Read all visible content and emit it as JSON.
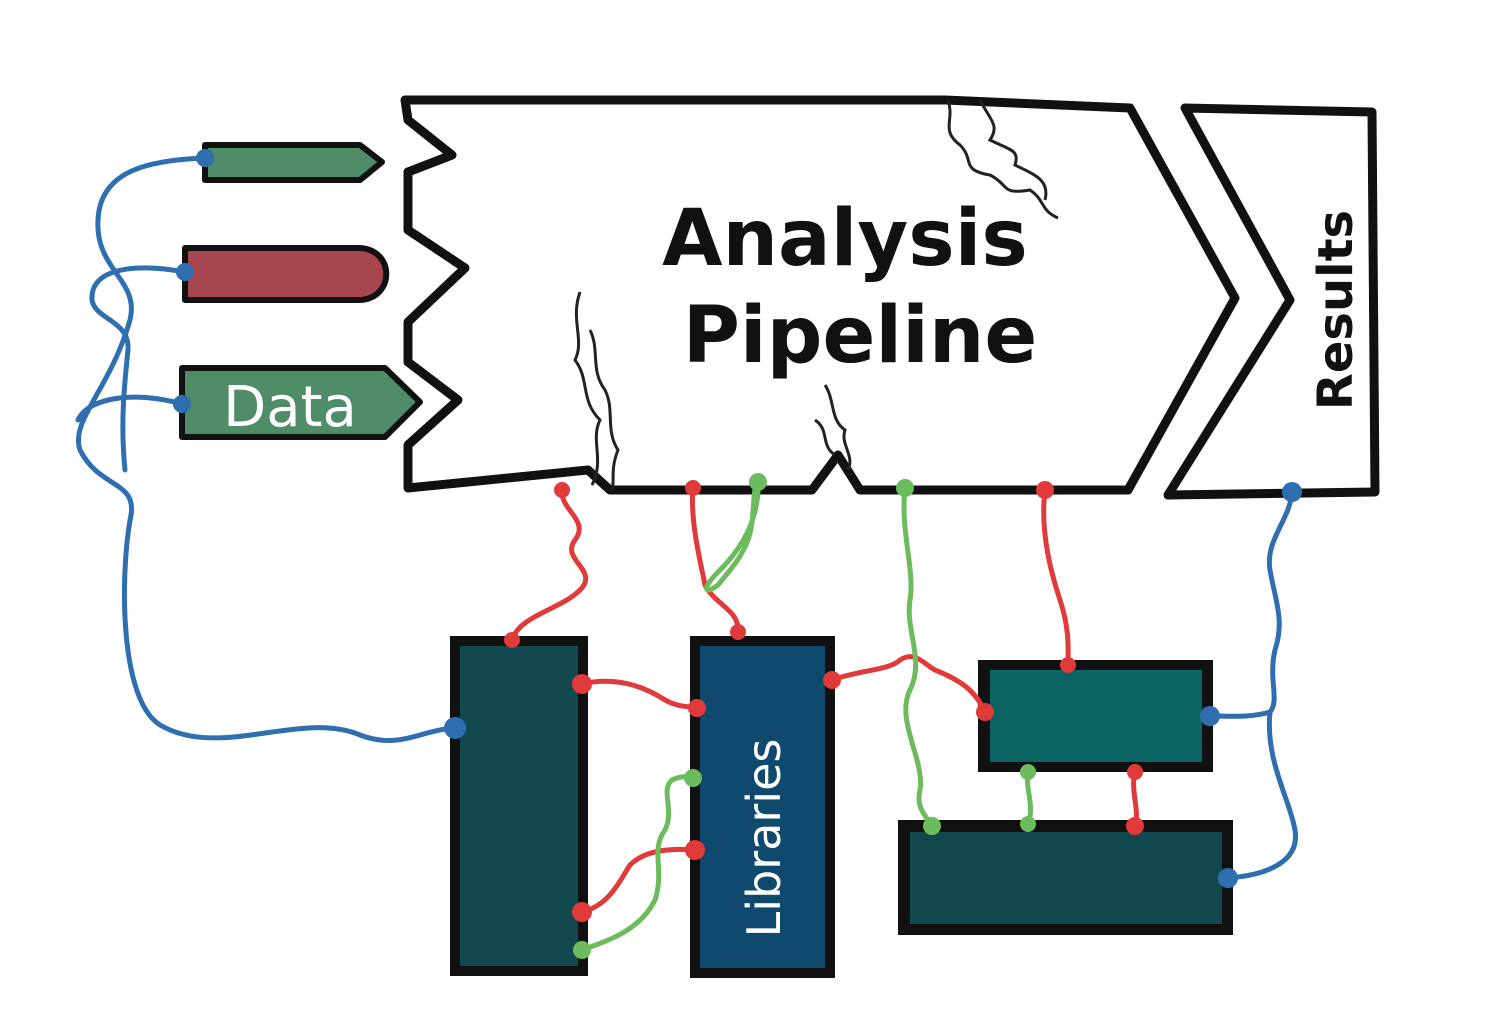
{
  "diagram": {
    "pipeline": {
      "line1": "Analysis",
      "line2": "Pipeline"
    },
    "results": {
      "label": "Results"
    },
    "inputs": [
      {
        "label": "",
        "color": "#4f8c68"
      },
      {
        "label": "",
        "color": "#a8464f"
      },
      {
        "label": "Data",
        "color": "#4f8c68"
      }
    ],
    "modules": {
      "libraries": {
        "label": "Libraries",
        "color": "#0f4a6e"
      },
      "module_color": "#12494f",
      "module_teal": "#0c6364"
    },
    "wire_colors": {
      "blue": "#2f6fb0",
      "red": "#e03a3a",
      "green": "#6cbb5c"
    }
  }
}
